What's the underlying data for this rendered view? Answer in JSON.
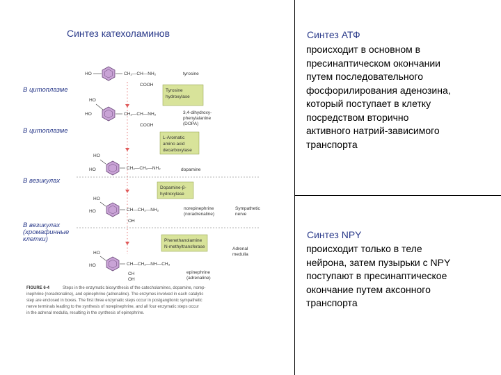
{
  "left": {
    "title": "Синтез катехоламинов",
    "locations": [
      "В цитоплазме",
      "В цитоплазме",
      "В везикулах",
      "В везикулах",
      "(хромафинные",
      "клетки)"
    ]
  },
  "figure": {
    "molecules": {
      "tyrosine": {
        "name": "tyrosine",
        "chain": "CH₂—CH—NH₂",
        "sub": "COOH"
      },
      "dopa": {
        "name_lines": [
          "3,4-dihydroxy-",
          "phenylalanine",
          "(DOPA)"
        ],
        "chain": "CH₂—CH—NH₂",
        "sub": "COOH"
      },
      "dopamine": {
        "name": "dopamine",
        "chain": "CH₂—CH₂—NH₂"
      },
      "norepinephrine": {
        "name_lines": [
          "norepinephrine",
          "(noradrenaline)"
        ],
        "chain": "CH—CH₂—NH₂",
        "sub": "OH",
        "extra_lines": [
          "Sympathetic",
          "nerve"
        ]
      },
      "epinephrine": {
        "name_lines": [
          "epinephrine",
          "(adrenaline)"
        ],
        "chain": "CH—CH₂—NH—CH₃",
        "sub": "OH",
        "extra_lines": [
          "Adrenal",
          "medulla"
        ]
      }
    },
    "groups": {
      "ho": "HO",
      "ch": "CH"
    },
    "enzymes": [
      {
        "lines": [
          "Tyrosine",
          "hydroxylase"
        ]
      },
      {
        "lines": [
          "L-Aromatic",
          "amino acid",
          "decarboxylase"
        ]
      },
      {
        "lines": [
          "Dopamine-β-",
          "hydroxylase"
        ]
      },
      {
        "lines": [
          "Phenethanolamine",
          "N-methyltransferase"
        ]
      }
    ],
    "caption_label": "FIGURE 6-4",
    "caption_lines": [
      "Steps in the enzymatic biosynthesis of the catecholamines, dopamine, norep-",
      "inephrine (noradrenaline), and epinephrine (adrenaline). The enzymes involved in each catalytic",
      "step are enclosed in boxes. The first three enzymatic steps occur in postganglionic sympathetic",
      "nerve terminals leading to the synthesis of norepinephrine, and all four enzymatic steps occur",
      "in the adrenal medulla, resulting in the synthesis of epinephrine."
    ]
  },
  "right_top": {
    "title": "Синтез АТФ",
    "lines": [
      "происходит в основном в",
      "пресинаптическом окончании",
      "путем последовательного",
      "фосфорилирования аденозина,",
      "который поступает в клетку",
      "посредством вторично",
      "активного натрий-зависимого",
      "транспорта"
    ]
  },
  "right_bottom": {
    "title": "Синтез NPY",
    "lines": [
      "происходит только в теле",
      "нейрона, затем пузырьки с NPY",
      "поступают в пресинаптическое",
      "окончание путем аксонного",
      "транспорта"
    ]
  },
  "colors": {
    "enzyme_box": "#d8e39a",
    "ring": "#c9a3d6",
    "arrow": "#e05a5a",
    "divider_dash": "#9a9a9a",
    "title_blue": "#2a3a8a"
  }
}
